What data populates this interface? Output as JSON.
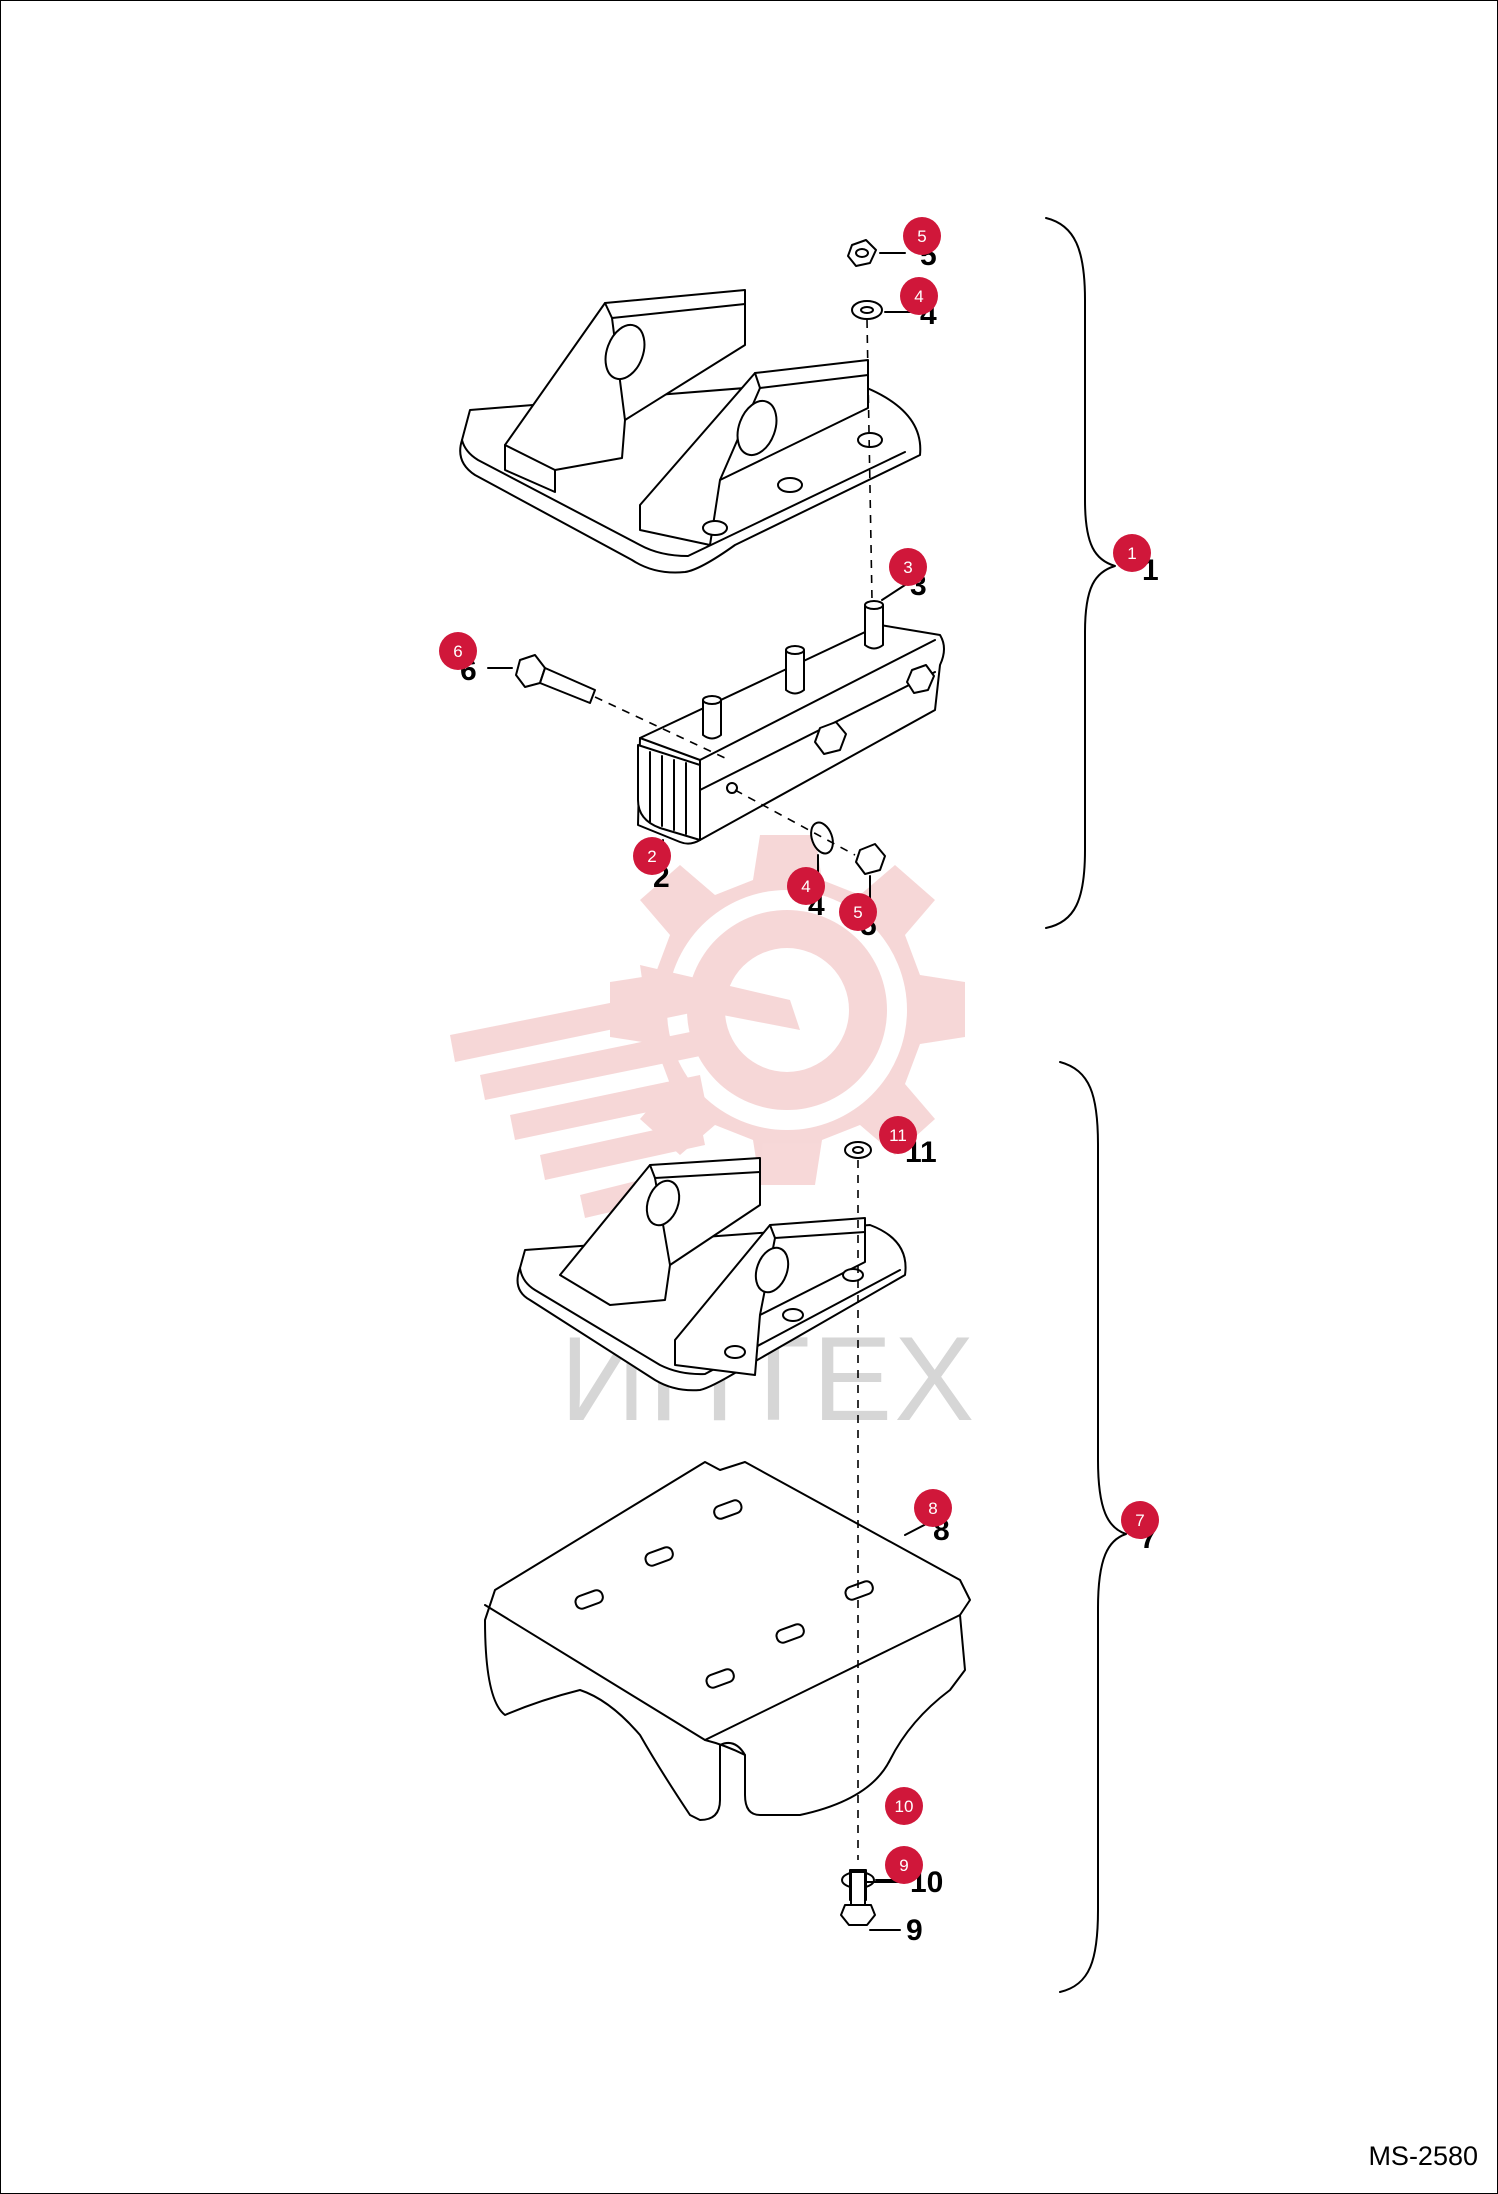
{
  "drawing": {
    "reference_code": "MS-2580",
    "watermark_text": "ИНТЕХ",
    "watermark_color": "#f0b8b8",
    "badge_color": "#d0173a",
    "callouts": [
      {
        "id": "5",
        "label": "5"
      },
      {
        "id": "4",
        "label": "4"
      },
      {
        "id": "3",
        "label": "3"
      },
      {
        "id": "1",
        "label": "1"
      },
      {
        "id": "6",
        "label": "6"
      },
      {
        "id": "2",
        "label": "2"
      },
      {
        "id": "4b",
        "label": "4"
      },
      {
        "id": "5b",
        "label": "5"
      },
      {
        "id": "11",
        "label": "11"
      },
      {
        "id": "8",
        "label": "8"
      },
      {
        "id": "7",
        "label": "7"
      },
      {
        "id": "10",
        "label": "10"
      },
      {
        "id": "9",
        "label": "9"
      }
    ]
  }
}
